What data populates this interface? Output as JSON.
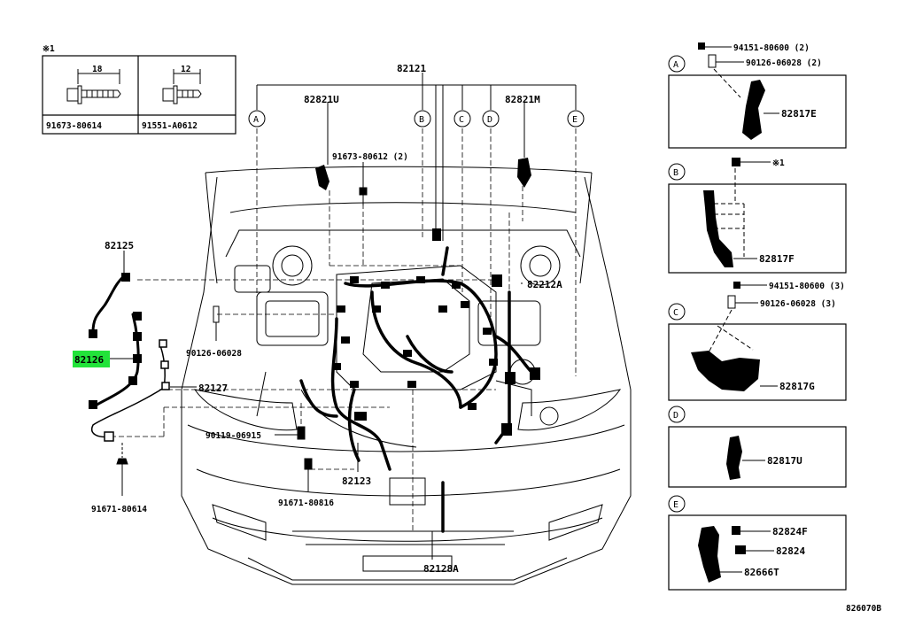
{
  "note_symbol": "※1",
  "legend": {
    "bolts": [
      {
        "dimension": "18",
        "part_number": "91673-80614"
      },
      {
        "dimension": "12",
        "part_number": "91551-A0612"
      }
    ]
  },
  "main": {
    "harness_main": "82121",
    "part_82821U": "82821U",
    "part_82821M": "82821M",
    "part_91673": "91673-80612 (2)",
    "part_82125": "82125",
    "part_82126": "82126",
    "part_82127": "82127",
    "part_90126": "90126-06028",
    "part_82212A": "82212A",
    "part_90119": "90119-06915",
    "part_82123": "82123",
    "part_91671_80816": "91671-80816",
    "part_91671_80614": "91671-80614",
    "part_82128A": "82128A",
    "callouts": [
      "A",
      "B",
      "C",
      "D",
      "E"
    ]
  },
  "detail_panels": {
    "A": {
      "letter": "A",
      "bolt1": "94151-80600 (2)",
      "bolt2": "90126-06028 (2)",
      "part": "82817E"
    },
    "B": {
      "letter": "B",
      "bolt1": "※1",
      "part": "82817F"
    },
    "C": {
      "letter": "C",
      "bolt1": "94151-80600 (3)",
      "bolt2": "90126-06028 (3)",
      "part": "82817G"
    },
    "D": {
      "letter": "D",
      "part": "82817U"
    },
    "E": {
      "letter": "E",
      "part1": "82824F",
      "part2": "82824",
      "part3": "82666T"
    }
  },
  "diagram_code": "826070B",
  "highlight_color": "#22e33a"
}
